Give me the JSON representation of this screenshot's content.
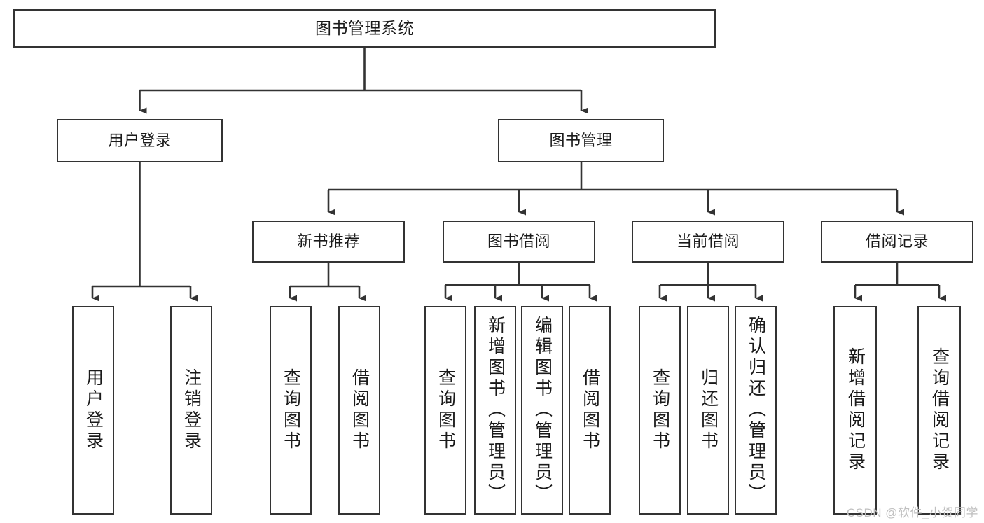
{
  "diagram": {
    "title": "图书管理系统",
    "type": "tree",
    "root": {
      "label": "图书管理系统"
    },
    "level2": [
      {
        "id": "user-login",
        "label": "用户登录"
      },
      {
        "id": "book-management",
        "label": "图书管理"
      }
    ],
    "level3": [
      {
        "id": "new-book-recommend",
        "label": "新书推荐",
        "parent": "book-management"
      },
      {
        "id": "book-borrow",
        "label": "图书借阅",
        "parent": "book-management"
      },
      {
        "id": "current-borrow",
        "label": "当前借阅",
        "parent": "book-management"
      },
      {
        "id": "borrow-record",
        "label": "借阅记录",
        "parent": "book-management"
      }
    ],
    "leaves": {
      "user-login": [
        {
          "id": "leaf-user-login",
          "label": "用户登录"
        },
        {
          "id": "leaf-logout",
          "label": "注销登录"
        }
      ],
      "new-book-recommend": [
        {
          "id": "leaf-query-book-1",
          "label": "查询图书"
        },
        {
          "id": "leaf-borrow-book-1",
          "label": "借阅图书"
        }
      ],
      "book-borrow": [
        {
          "id": "leaf-query-book-2",
          "label": "查询图书"
        },
        {
          "id": "leaf-add-book",
          "label": "新增图书（管理员）"
        },
        {
          "id": "leaf-edit-book",
          "label": "编辑图书（管理员）"
        },
        {
          "id": "leaf-borrow-book-2",
          "label": "借阅图书"
        }
      ],
      "current-borrow": [
        {
          "id": "leaf-query-book-3",
          "label": "查询图书"
        },
        {
          "id": "leaf-return-book",
          "label": "归还图书"
        },
        {
          "id": "leaf-confirm-return",
          "label": "确认归还（管理员）"
        }
      ],
      "borrow-record": [
        {
          "id": "leaf-add-record",
          "label": "新增借阅记录"
        },
        {
          "id": "leaf-query-record",
          "label": "查询借阅记录"
        }
      ]
    }
  },
  "watermark": {
    "text": "CSDN @软件_小贺同学"
  },
  "colors": {
    "box_border": "#333333",
    "box_fill": "#ffffff",
    "line": "#333333",
    "text": "#1a1a1a",
    "watermark": "#bfbfbf",
    "background": "#ffffff"
  }
}
